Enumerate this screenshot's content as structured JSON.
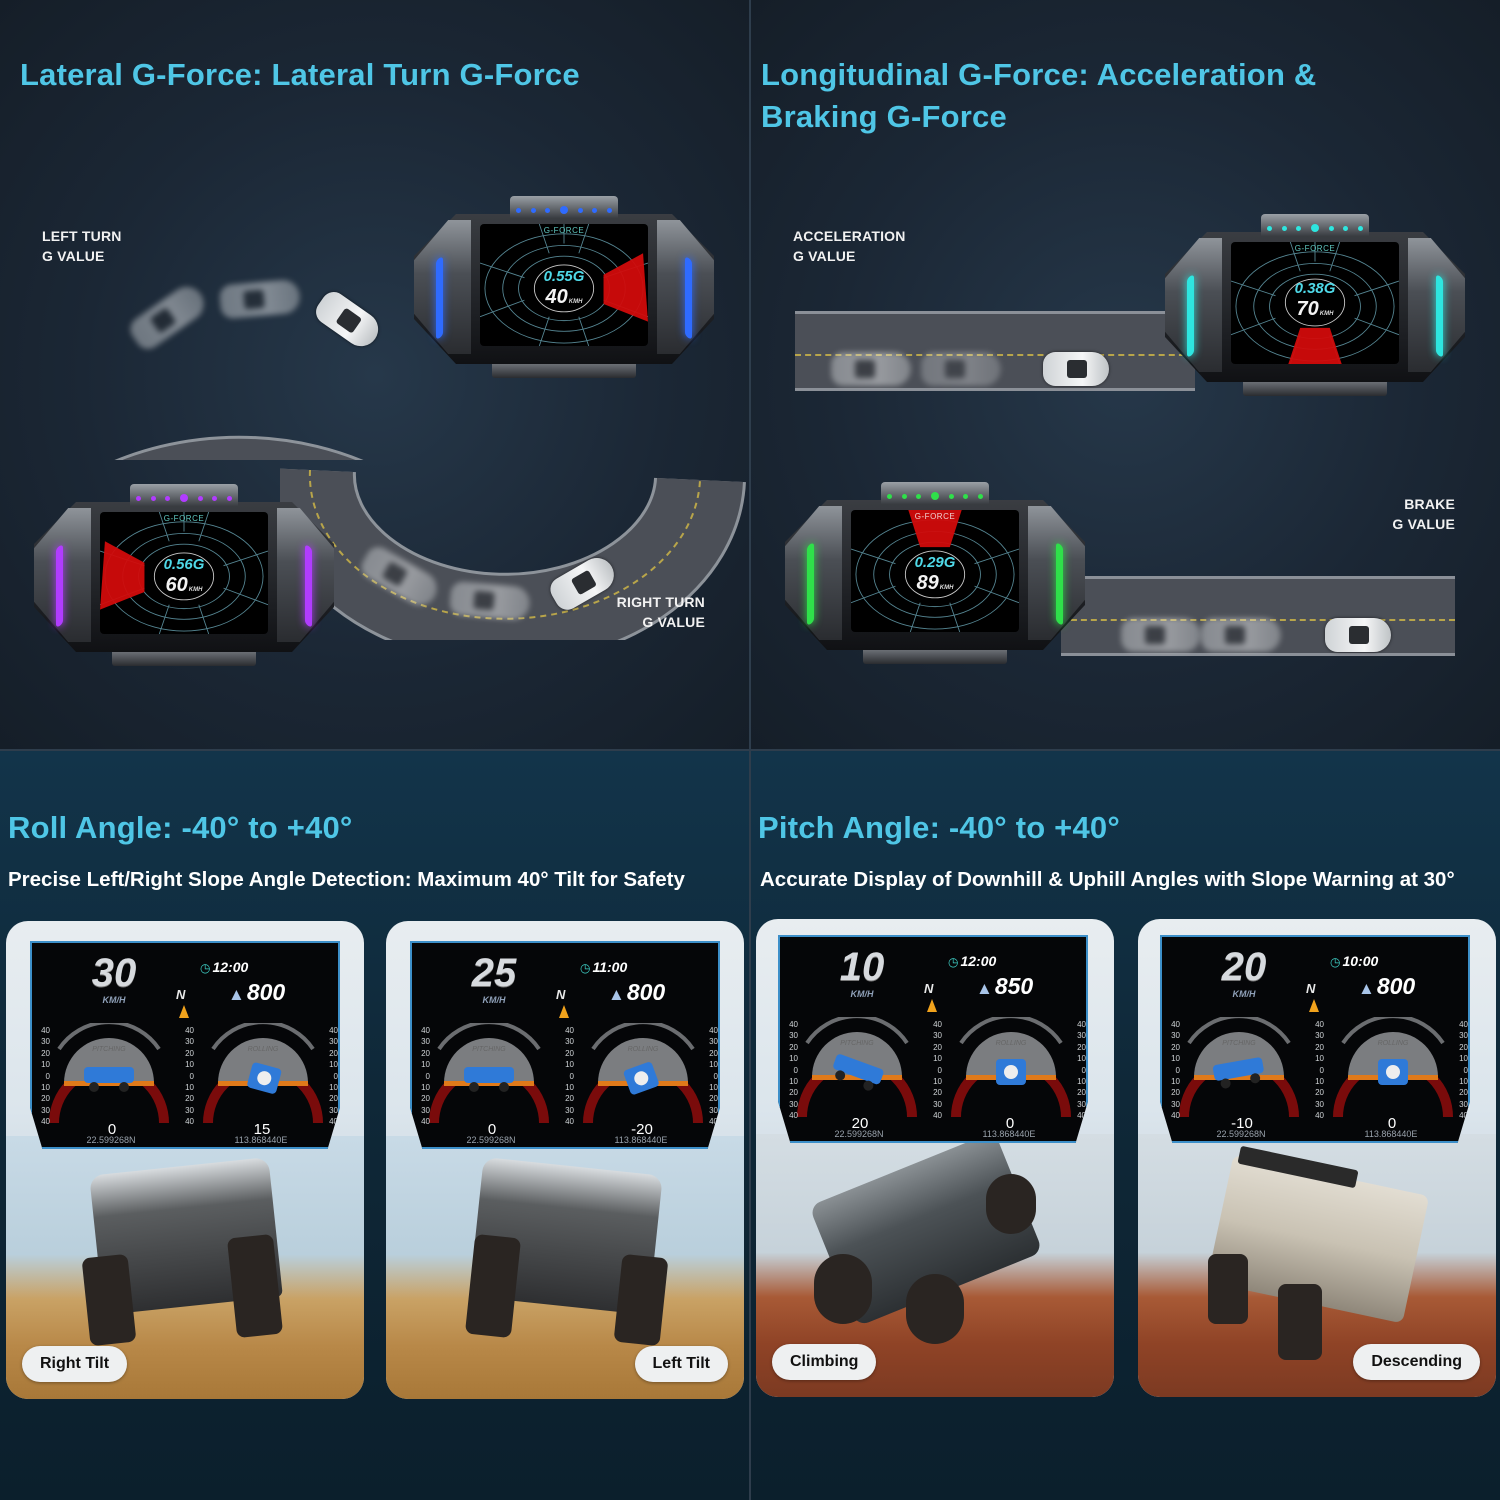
{
  "quadrants": {
    "lateral": {
      "title": "Lateral G-Force: Lateral Turn G-Force",
      "left_turn": {
        "label_line1": "LEFT TURN",
        "label_line2": "G VALUE",
        "hud": {
          "screen_label": "G-FORCE",
          "g_value": "0.55G",
          "speed": "40",
          "speed_unit": "KMH",
          "led_color": "#2f6bff",
          "sector": "right"
        }
      },
      "right_turn": {
        "label_line1": "RIGHT TURN",
        "label_line2": "G VALUE",
        "hud": {
          "screen_label": "G-FORCE",
          "g_value": "0.56G",
          "speed": "60",
          "speed_unit": "KMH",
          "led_color": "#b13cff",
          "sector": "left"
        }
      }
    },
    "longitudinal": {
      "title_line1": "Longitudinal G-Force: Acceleration &",
      "title_line2": "Braking G-Force",
      "acceleration": {
        "label_line1": "ACCELERATION",
        "label_line2": "G VALUE",
        "hud": {
          "screen_label": "G-FORCE",
          "g_value": "0.38G",
          "speed": "70",
          "speed_unit": "KMH",
          "led_color": "#2ee6e0",
          "sector": "bottom"
        }
      },
      "brake": {
        "label_line1": "BRAKE",
        "label_line2": "G VALUE",
        "hud": {
          "screen_label": "G-FORCE",
          "g_value": "0.29G",
          "speed": "89",
          "speed_unit": "KMH",
          "led_color": "#2fe04a",
          "sector": "top"
        }
      }
    },
    "roll": {
      "title": "Roll Angle: -40° to +40°",
      "subtitle": "Precise Left/Right Slope Angle Detection: Maximum 40° Tilt for Safety",
      "cards": [
        {
          "speed": "30",
          "unit": "KM/H",
          "time": "12:00",
          "altitude": "800",
          "north": "N",
          "pitch_label": "PITCHING",
          "roll_label": "ROLLING",
          "pitch_value": "0",
          "roll_value": "15",
          "lat": "22.599268N",
          "lon": "113.868440E",
          "tag": "Right Tilt",
          "tag_side": "left",
          "terrain": "sand"
        },
        {
          "speed": "25",
          "unit": "KM/H",
          "time": "11:00",
          "altitude": "800",
          "north": "N",
          "pitch_label": "PITCHING",
          "roll_label": "ROLLING",
          "pitch_value": "0",
          "roll_value": "-20",
          "lat": "22.599268N",
          "lon": "113.868440E",
          "tag": "Left Tilt",
          "tag_side": "right",
          "terrain": "sand"
        }
      ]
    },
    "pitch": {
      "title": "Pitch Angle: -40° to +40°",
      "subtitle": "Accurate Display of Downhill & Uphill Angles with Slope Warning at 30°",
      "cards": [
        {
          "speed": "10",
          "unit": "KM/H",
          "time": "12:00",
          "altitude": "850",
          "north": "N",
          "pitch_label": "PITCHING",
          "roll_label": "ROLLING",
          "pitch_value": "20",
          "roll_value": "0",
          "lat": "22.599268N",
          "lon": "113.868440E",
          "tag": "Climbing",
          "tag_side": "left",
          "terrain": "rock"
        },
        {
          "speed": "20",
          "unit": "KM/H",
          "time": "10:00",
          "altitude": "800",
          "north": "N",
          "pitch_label": "PITCHING",
          "roll_label": "ROLLING",
          "pitch_value": "-10",
          "roll_value": "0",
          "lat": "22.599268N",
          "lon": "113.868440E",
          "tag": "Descending",
          "tag_side": "right",
          "terrain": "rock"
        }
      ]
    }
  },
  "gauge_scale": [
    "40",
    "30",
    "20",
    "10",
    "0",
    "10",
    "20",
    "30",
    "40"
  ],
  "icons": {
    "clock": "clock-icon",
    "mountain": "mountain-altitude-icon",
    "compass": "compass-north-arrow-icon"
  },
  "colors": {
    "title_accent": "#4fc6e6",
    "background": "#17212d",
    "g_sector": "#d10b0b",
    "horizon": "#e07a1a",
    "vehicle": "#2f7ad8"
  }
}
